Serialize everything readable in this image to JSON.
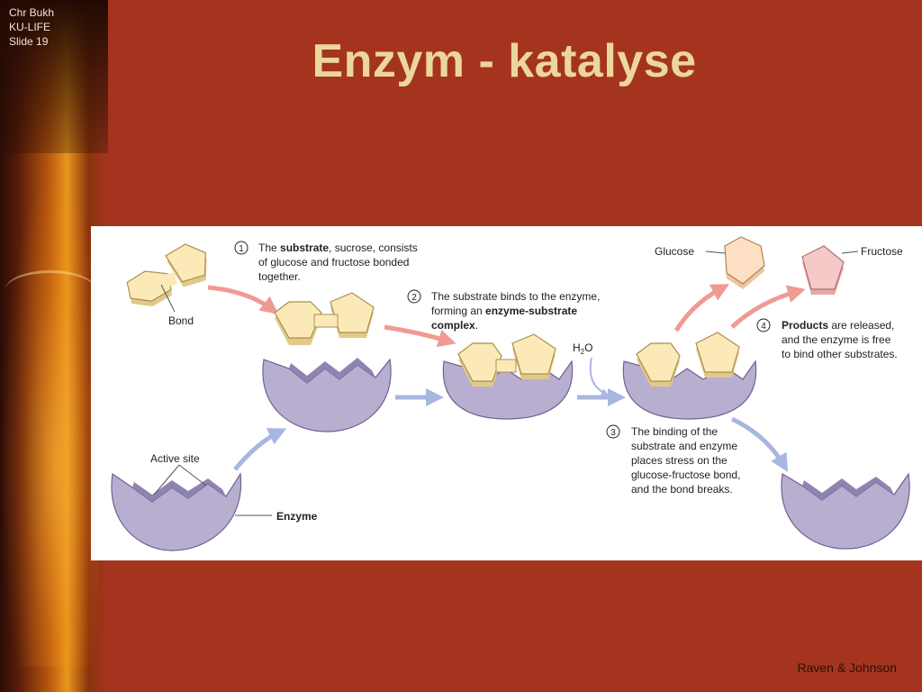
{
  "corner": {
    "line1": "Chr Bukh",
    "line2": "KU-LIFE",
    "line3": "Slide 19"
  },
  "title": "Enzym - katalyse",
  "credit": "Raven & Johnson",
  "diagram": {
    "step1": {
      "num": "1",
      "l1_a": "The ",
      "l1_b": "substrate",
      ",l1_c": "",
      "l1_c": ", sucrose, consists",
      "l2": "of glucose and fructose bonded",
      "l3": "together."
    },
    "step2": {
      "num": "2",
      "l1": "The substrate binds to the enzyme,",
      "l2_a": "forming an ",
      "l2_b": "enzyme-substrate",
      "l3_a": "complex",
      "l3_b": "."
    },
    "step3": {
      "num": "3",
      "l1": "The binding of the",
      "l2": "substrate and enzyme",
      "l3": "places stress on the",
      "l4": "glucose-fructose bond,",
      "l5": "and the bond breaks."
    },
    "step4": {
      "num": "4",
      "l1_a": "Products",
      "l1_b": " are released,",
      "l2": "and the enzyme is free",
      "l3": "to bind other substrates."
    },
    "labels": {
      "bond": "Bond",
      "active_site": "Active site",
      "enzyme": "Enzyme",
      "glucose": "Glucose",
      "fructose": "Fructose",
      "water": "H",
      "water_sub": "2",
      "water_o": "O"
    }
  },
  "colors": {
    "background": "#a5341f",
    "title": "#ecd79a",
    "enzyme": "#b8aed0",
    "substrate": "#fbeab8",
    "fructose_released": "#f6c9c9",
    "glucose_released": "#fde0c4",
    "arrow_pink": "#f09a94",
    "arrow_blue": "#a8b6e0"
  }
}
